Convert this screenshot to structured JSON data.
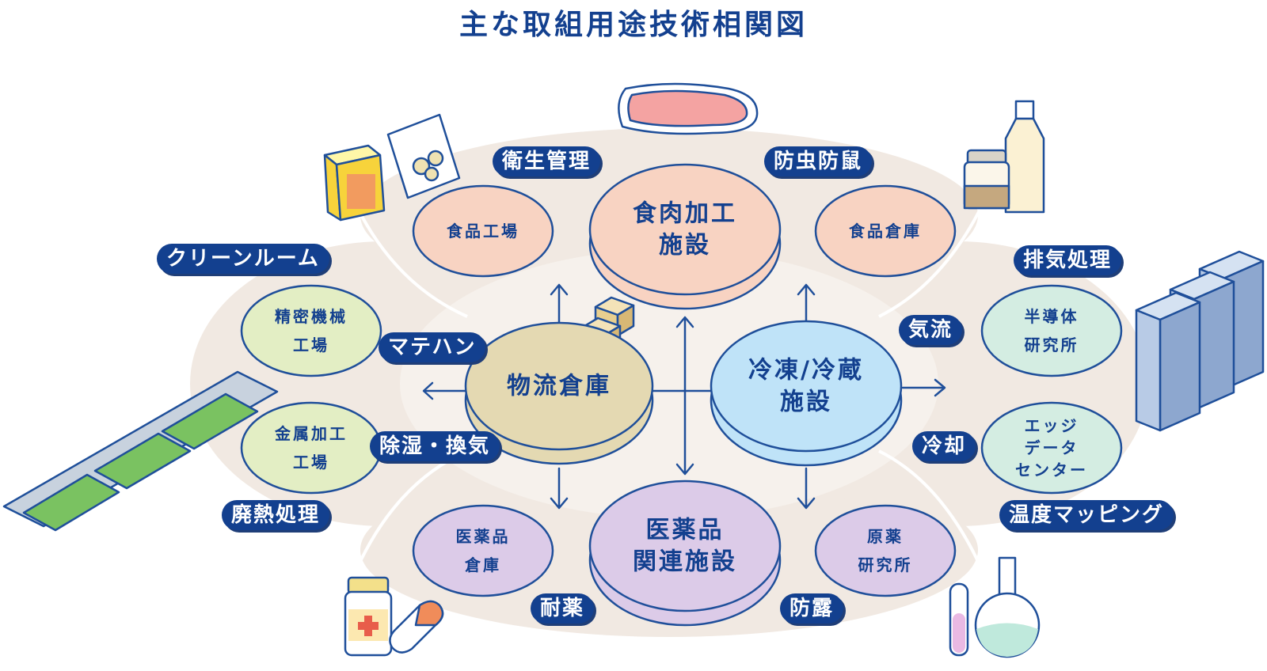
{
  "title": "主な取組用途技術相関図",
  "colors": {
    "navy": "#13408f",
    "outline": "#1f4f9a",
    "halo": "#f1e9e2",
    "food": "#f8d3c2",
    "logistics": "#e4d9b2",
    "cold": "#bfe3f8",
    "medical": "#dccbe8",
    "factory": "#e3eec4",
    "tech": "#d4ede2"
  },
  "hubs": {
    "meat": [
      "食肉加工",
      "施設"
    ],
    "logistics": [
      "物流倉庫"
    ],
    "cold": [
      "冷凍/冷蔵",
      "施設"
    ],
    "medical": [
      "医薬品",
      "関連施設"
    ]
  },
  "facilities": {
    "food_factory": [
      "食品工場"
    ],
    "food_warehouse": [
      "食品倉庫"
    ],
    "precision_factory": [
      "精密機械",
      "工場"
    ],
    "metal_factory": [
      "金属加工",
      "工場"
    ],
    "semiconductor_lab": [
      "半導体",
      "研究所"
    ],
    "edge_dc": [
      "エッジ",
      "データ",
      "センター"
    ],
    "pharma_warehouse": [
      "医薬品",
      "倉庫"
    ],
    "drug_lab": [
      "原薬",
      "研究所"
    ]
  },
  "tags": {
    "hygiene": "衛生管理",
    "pest": "防虫防鼠",
    "cleanroom": "クリーンルーム",
    "material_handling": "マテハン",
    "dehumidify": "除湿・換気",
    "waste_heat": "廃熱処理",
    "exhaust": "排気処理",
    "airflow": "気流",
    "cooling": "冷却",
    "temp_mapping": "温度マッピング",
    "chemical": "耐薬",
    "dew": "防露"
  },
  "illustrations": [
    "meat-icon",
    "food-box-icon",
    "snack-bag-icon",
    "milk-bottle-icon",
    "jar-icon",
    "server-rack-icon",
    "circuit-board-icon",
    "medicine-bottle-icon",
    "capsule-icon",
    "test-tube-icon",
    "flask-icon",
    "cardboard-box-icon"
  ]
}
